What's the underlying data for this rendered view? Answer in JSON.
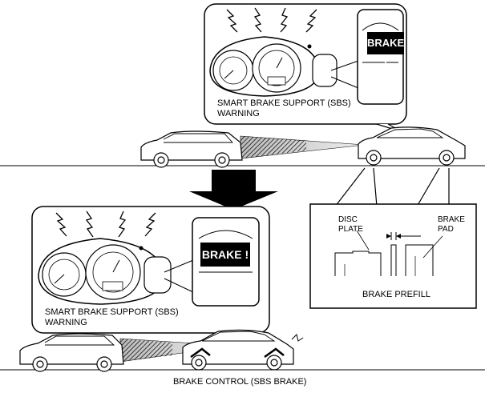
{
  "top_panel": {
    "display_text": "BRAKE !",
    "caption_line1": "SMART BRAKE SUPPORT (SBS)",
    "caption_line2": "WARNING"
  },
  "bottom_panel": {
    "display_text": "BRAKE !",
    "caption_line1": "SMART BRAKE SUPPORT (SBS)",
    "caption_line2": "WARNING",
    "footer_label": "BRAKE CONTROL (SBS BRAKE)"
  },
  "prefill_detail": {
    "disc_label_line1": "DISC",
    "disc_label_line2": "PLATE",
    "pad_label_line1": "BRAKE",
    "pad_label_line2": "PAD",
    "title": "BRAKE PREFILL"
  }
}
